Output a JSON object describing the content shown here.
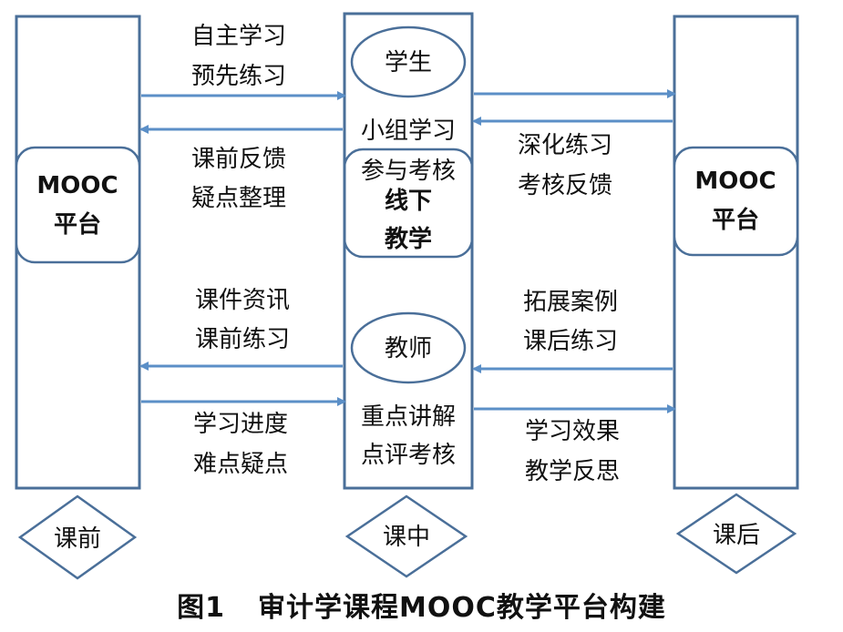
{
  "columns": {
    "left": {
      "platform": [
        "MOOC",
        "平台"
      ],
      "stage": "课前"
    },
    "middle": {
      "student": "学生",
      "student_activities": [
        "小组学习",
        "参与考核"
      ],
      "offline": [
        "线下",
        "教学"
      ],
      "teacher": "教师",
      "teacher_activities": [
        "重点讲解",
        "点评考核"
      ],
      "stage": "课中"
    },
    "right": {
      "platform": [
        "MOOC",
        "平台"
      ],
      "stage": "课后"
    }
  },
  "flows": {
    "left_to_middle_top": [
      "自主学习",
      "预先练习"
    ],
    "middle_to_left_top": [
      "课前反馈",
      "疑点整理"
    ],
    "middle_to_left_bottom": [
      "课件资讯",
      "课前练习"
    ],
    "left_to_middle_bottom": [
      "学习进度",
      "难点疑点"
    ],
    "middle_right_top": [
      "深化练习",
      "考核反馈"
    ],
    "right_to_middle_bottom": [
      "拓展案例",
      "课后练习"
    ],
    "middle_to_right_bottom": [
      "学习效果",
      "教学反思"
    ]
  },
  "caption": {
    "number": "图1",
    "title": "审计学课程MOOC教学平台构建"
  },
  "colors": {
    "stroke": "#4a6f99",
    "arrow": "#5b8fc7",
    "text": "#111111"
  }
}
